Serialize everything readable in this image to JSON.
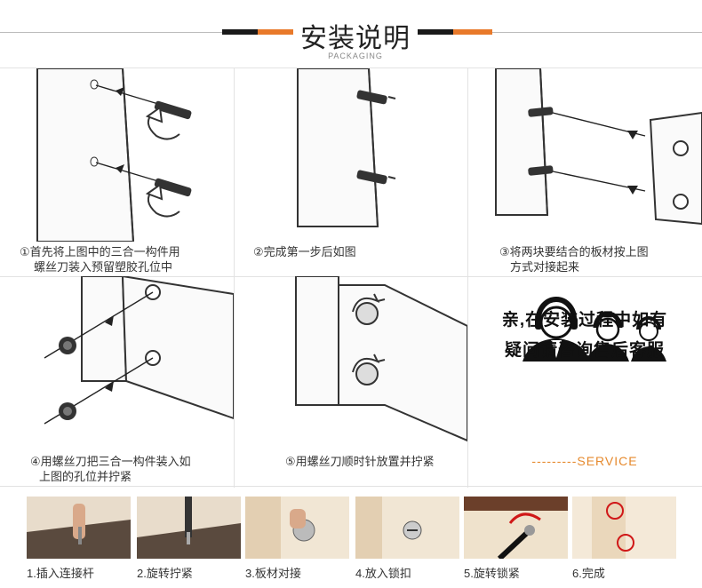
{
  "header": {
    "title": "安装说明",
    "subtitle": "PACKAGING",
    "accent_color": "#e8792a",
    "dark_color": "#1a1a1a"
  },
  "steps": [
    {
      "line1": "①首先将上图中的三合一构件用",
      "line2": "螺丝刀装入预留塑胶孔位中"
    },
    {
      "line1": "②完成第一步后如图",
      "line2": ""
    },
    {
      "line1": "③将两块要结合的板材按上图",
      "line2": "方式对接起来"
    },
    {
      "line1": "④用螺丝刀把三合一构件装入如",
      "line2": "上图的孔位并拧紧"
    },
    {
      "line1": "⑤用螺丝刀顺时针放置并拧紧",
      "line2": ""
    }
  ],
  "service": {
    "line1": "亲,在安装过程中如有",
    "line2": "疑问请咨询售后客服",
    "label": "---------SERVICE",
    "icon": "customer-service-icon",
    "label_color": "#e68a2e"
  },
  "photo_steps": [
    {
      "label": "1.插入连接杆"
    },
    {
      "label": "2.旋转拧紧"
    },
    {
      "label": "3.板材对接"
    },
    {
      "label": "4.放入锁扣"
    },
    {
      "label": "5.旋转锁紧"
    },
    {
      "label": "6.完成"
    }
  ]
}
